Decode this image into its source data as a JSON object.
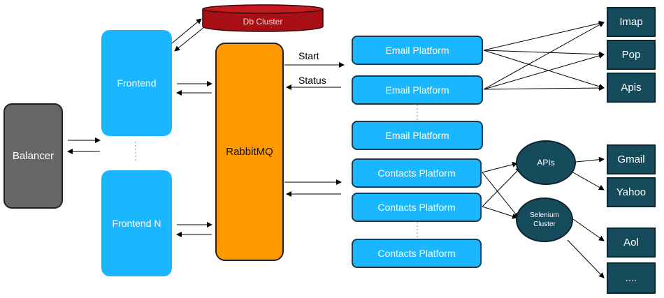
{
  "db_cluster": "Db Cluster",
  "balancer": "Balancer",
  "frontends": [
    "Frontend",
    "Frontend N"
  ],
  "broker": "RabbitMQ",
  "messages": {
    "start": "Start",
    "status": "Status"
  },
  "email_platforms": [
    "Email Platform",
    "Email Platform",
    "Email Platform"
  ],
  "contacts_platforms": [
    "Contacts Platform",
    "Contacts Platform",
    "Contacts Platform"
  ],
  "email_services": [
    "Imap",
    "Pop",
    "Apis"
  ],
  "connectors": [
    "APIs",
    "Selenium\nCluster"
  ],
  "contact_services": [
    "Gmail",
    "Yahoo",
    "Aol",
    "...."
  ],
  "colors": {
    "frontend": "#1ab6ff",
    "broker": "#ff9900",
    "database": "#a80f15",
    "service": "#164b5b",
    "balancer": "#666666"
  }
}
